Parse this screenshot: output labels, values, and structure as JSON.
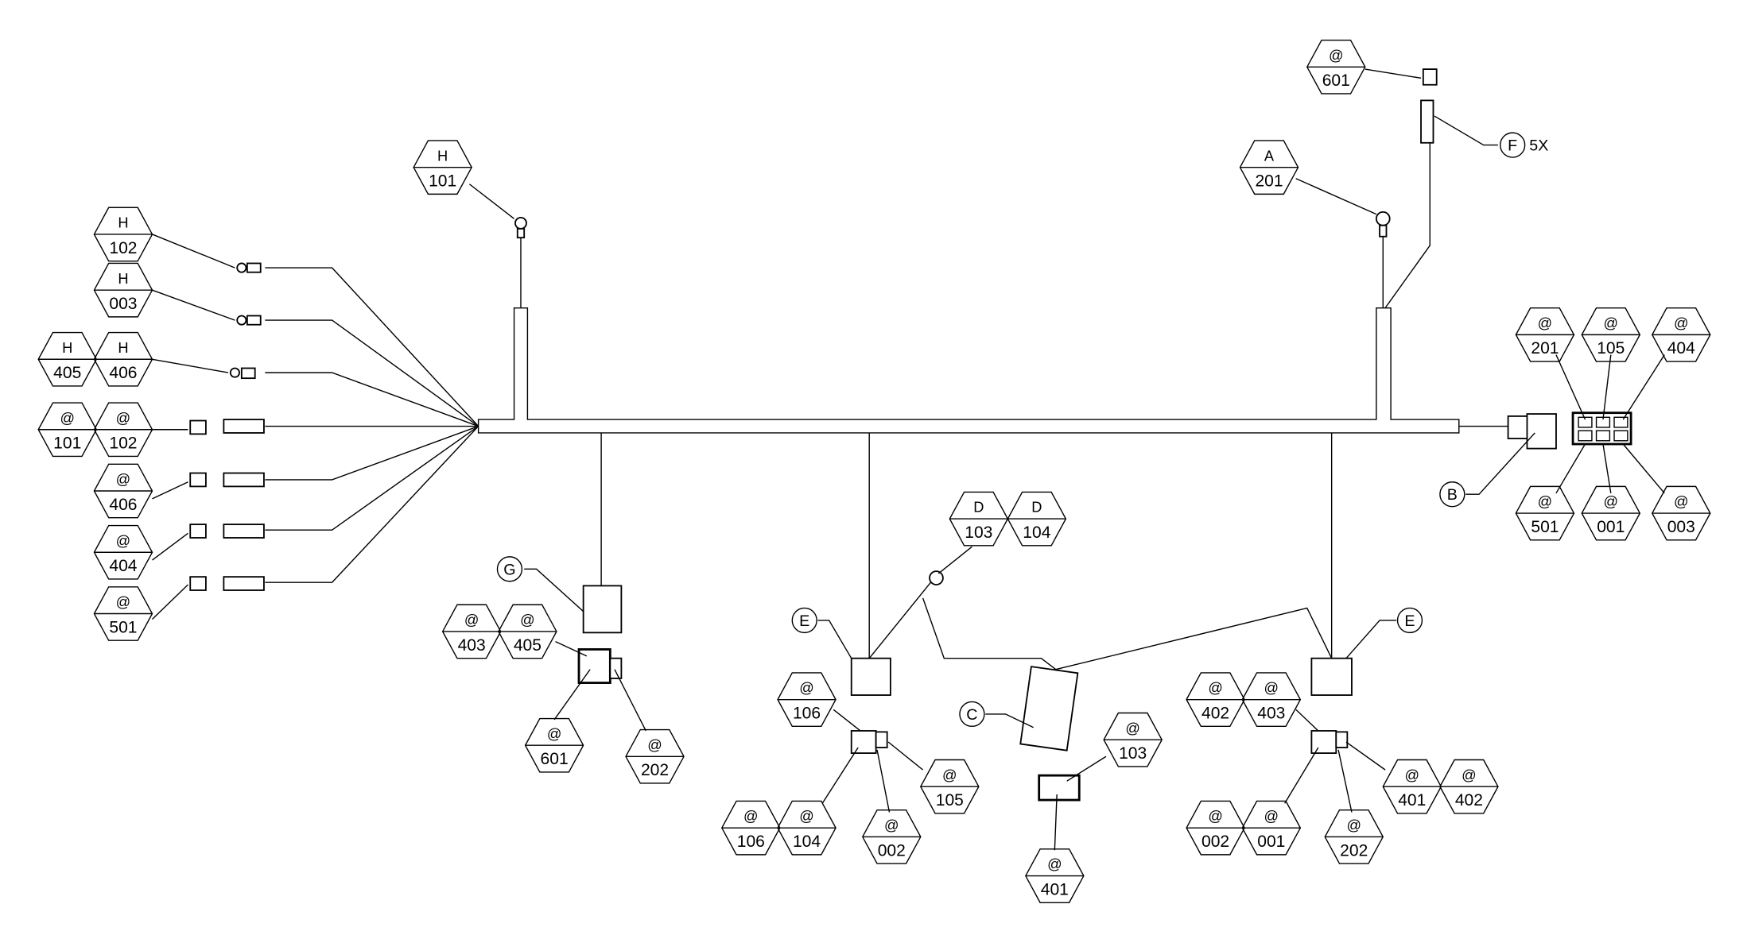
{
  "balloons": [
    {
      "top": "H",
      "bottom": "101"
    },
    {
      "top": "H",
      "bottom": "102"
    },
    {
      "top": "H",
      "bottom": "003"
    },
    {
      "top": "H",
      "bottom": "405"
    },
    {
      "top": "H",
      "bottom": "406"
    },
    {
      "top": "@",
      "bottom": "101"
    },
    {
      "top": "@",
      "bottom": "102"
    },
    {
      "top": "@",
      "bottom": "406"
    },
    {
      "top": "@",
      "bottom": "404"
    },
    {
      "top": "@",
      "bottom": "501"
    },
    {
      "top": "A",
      "bottom": "201"
    },
    {
      "top": "@",
      "bottom": "601"
    },
    {
      "top": "@",
      "bottom": "201"
    },
    {
      "top": "@",
      "bottom": "105"
    },
    {
      "top": "@",
      "bottom": "404"
    },
    {
      "top": "@",
      "bottom": "501"
    },
    {
      "top": "@",
      "bottom": "001"
    },
    {
      "top": "@",
      "bottom": "003"
    },
    {
      "top": "D",
      "bottom": "103"
    },
    {
      "top": "D",
      "bottom": "104"
    },
    {
      "top": "@",
      "bottom": "403"
    },
    {
      "top": "@",
      "bottom": "405"
    },
    {
      "top": "@",
      "bottom": "601"
    },
    {
      "top": "@",
      "bottom": "202"
    },
    {
      "top": "@",
      "bottom": "106"
    },
    {
      "top": "@",
      "bottom": "106"
    },
    {
      "top": "@",
      "bottom": "104"
    },
    {
      "top": "@",
      "bottom": "002"
    },
    {
      "top": "@",
      "bottom": "105"
    },
    {
      "top": "@",
      "bottom": "103"
    },
    {
      "top": "@",
      "bottom": "401"
    },
    {
      "top": "@",
      "bottom": "402"
    },
    {
      "top": "@",
      "bottom": "403"
    },
    {
      "top": "@",
      "bottom": "002"
    },
    {
      "top": "@",
      "bottom": "001"
    },
    {
      "top": "@",
      "bottom": "202"
    },
    {
      "top": "@",
      "bottom": "401"
    },
    {
      "top": "@",
      "bottom": "402"
    }
  ],
  "callouts": [
    "G",
    "E",
    "C",
    "E",
    "B",
    "F"
  ],
  "quantity_note": "5X"
}
